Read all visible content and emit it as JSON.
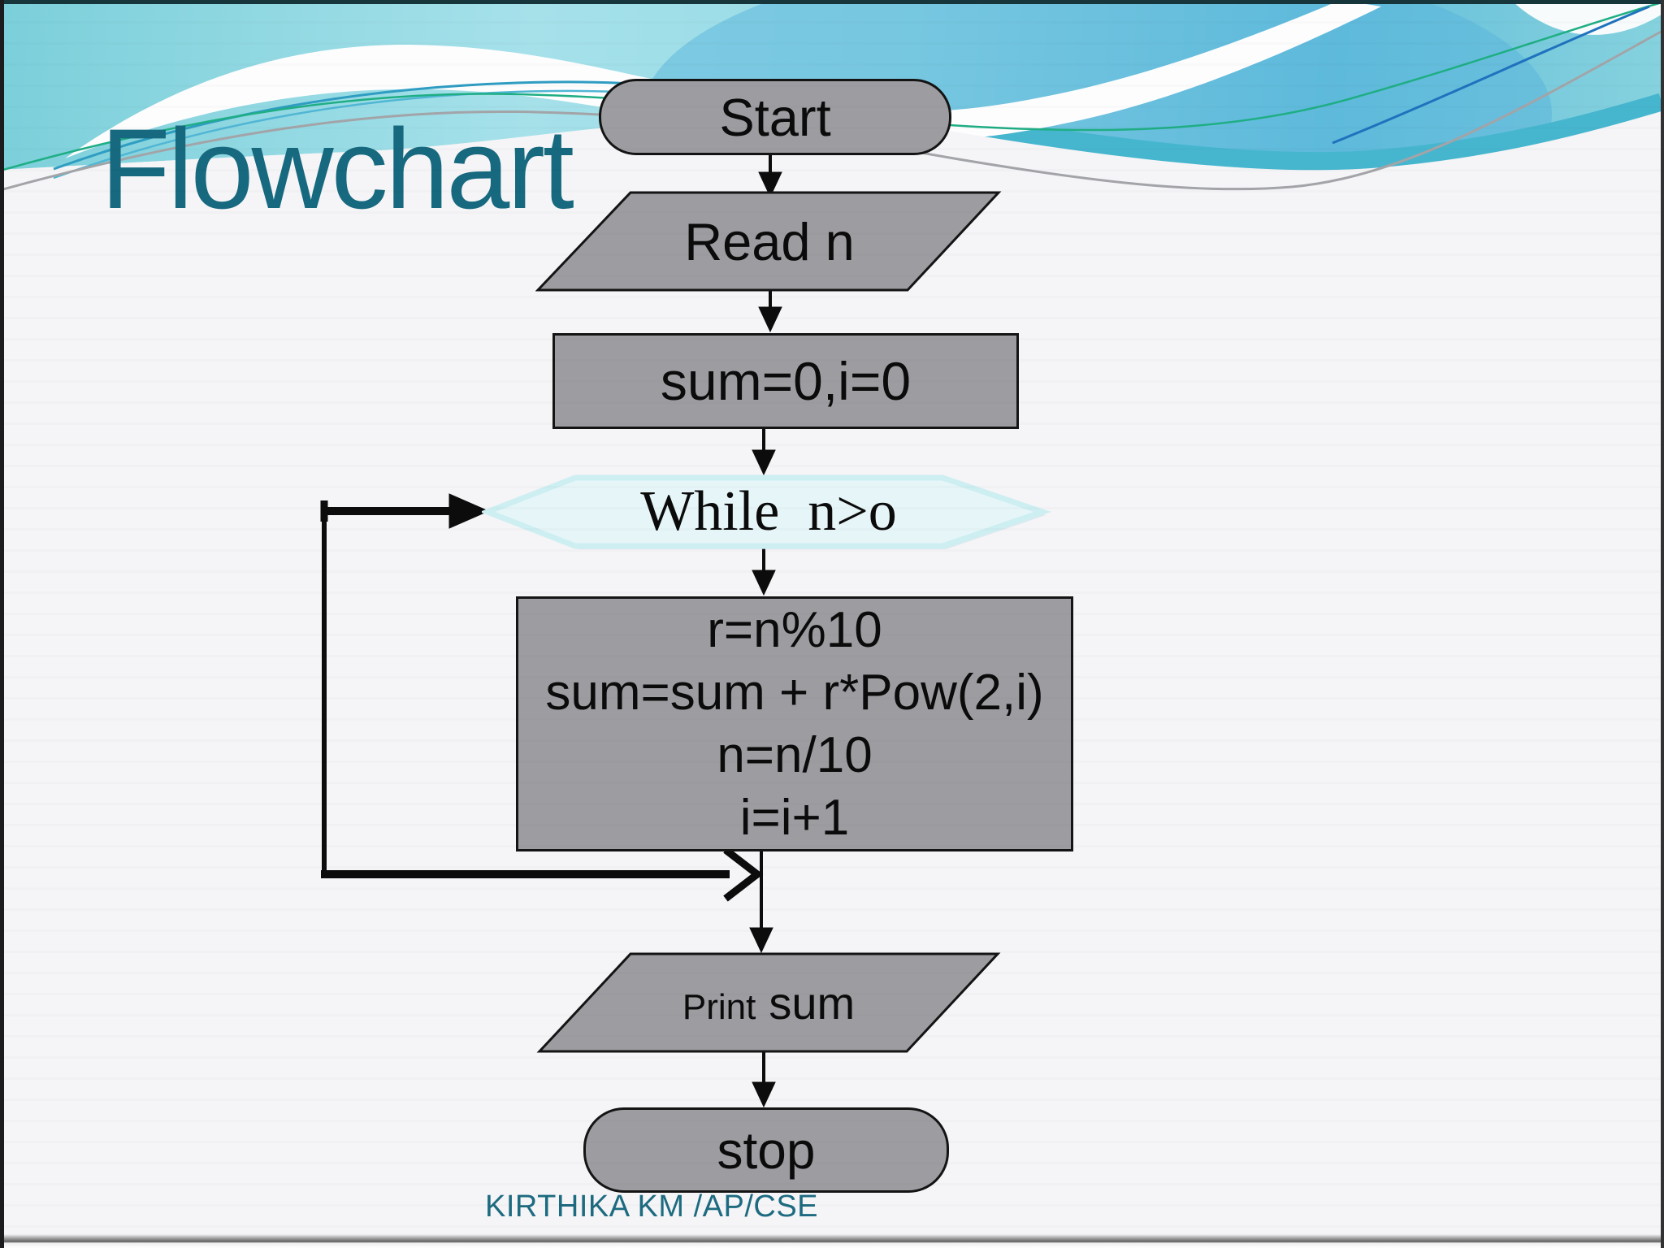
{
  "slide": {
    "title": "Flowchart",
    "footer_credit": "KIRTHIKA KM /AP/CSE"
  },
  "flowchart": {
    "start_label": "Start",
    "read_label": "Read n",
    "init_label": "sum=0,i=0",
    "while_label": "While  n>o",
    "body_lines": [
      "r=n%10",
      "sum=sum + r*Pow(2,i)",
      "n=n/10",
      "i=i+1"
    ],
    "print_prefix": "Print",
    "print_variable": "sum",
    "stop_label": "stop"
  },
  "colors": {
    "title_teal": "#16697e",
    "footer_teal": "#1d6b80",
    "node_fill_gray": "#9d9ca1",
    "node_border_black": "#141414",
    "decision_fill": "#e6f5f8",
    "decision_border": "#cdeff2",
    "arrow_black": "#0c0c0c",
    "wave_teal_light": "#a6e1ea",
    "wave_teal_mid": "#7bcfda",
    "wave_blue_deep": "#58b4dc",
    "accent_green_line": "#1fae84",
    "accent_gray_line": "#a2a4a8",
    "background": "#f5f4f7"
  }
}
